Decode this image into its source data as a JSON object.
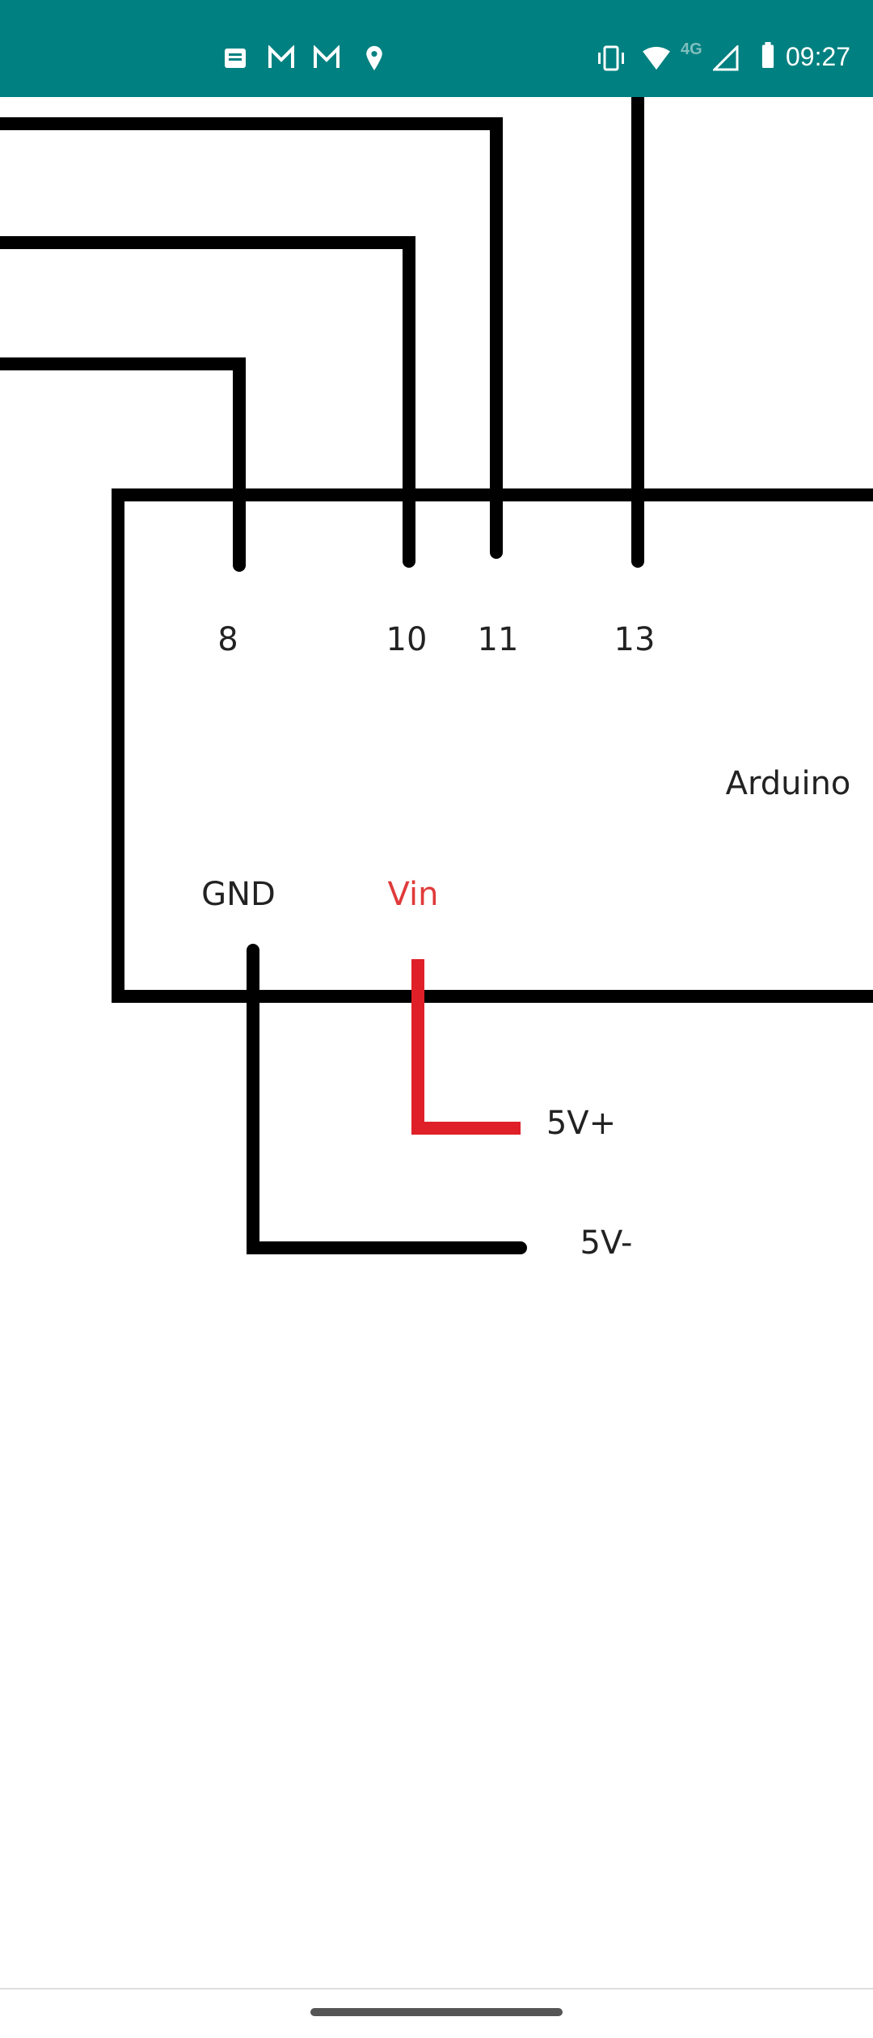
{
  "status_bar": {
    "time": "09:27",
    "network": "4G",
    "background": "#008080",
    "left_icons": [
      "message-icon",
      "gmail-icon",
      "gmail-icon",
      "location-icon"
    ],
    "right_icons": [
      "vibrate-icon",
      "wifi-icon",
      "signal-icon",
      "battery-icon"
    ]
  },
  "diagram": {
    "pins_top": [
      "8",
      "10",
      "11",
      "13"
    ],
    "board_label": "Arduino",
    "gnd_label": "GND",
    "vin_label": "Vin",
    "supply_plus": "5V+",
    "supply_minus": "5V-",
    "wire_color": "#000000",
    "power_wire_color": "#e02028",
    "vin_label_color": "#e03a3a"
  }
}
